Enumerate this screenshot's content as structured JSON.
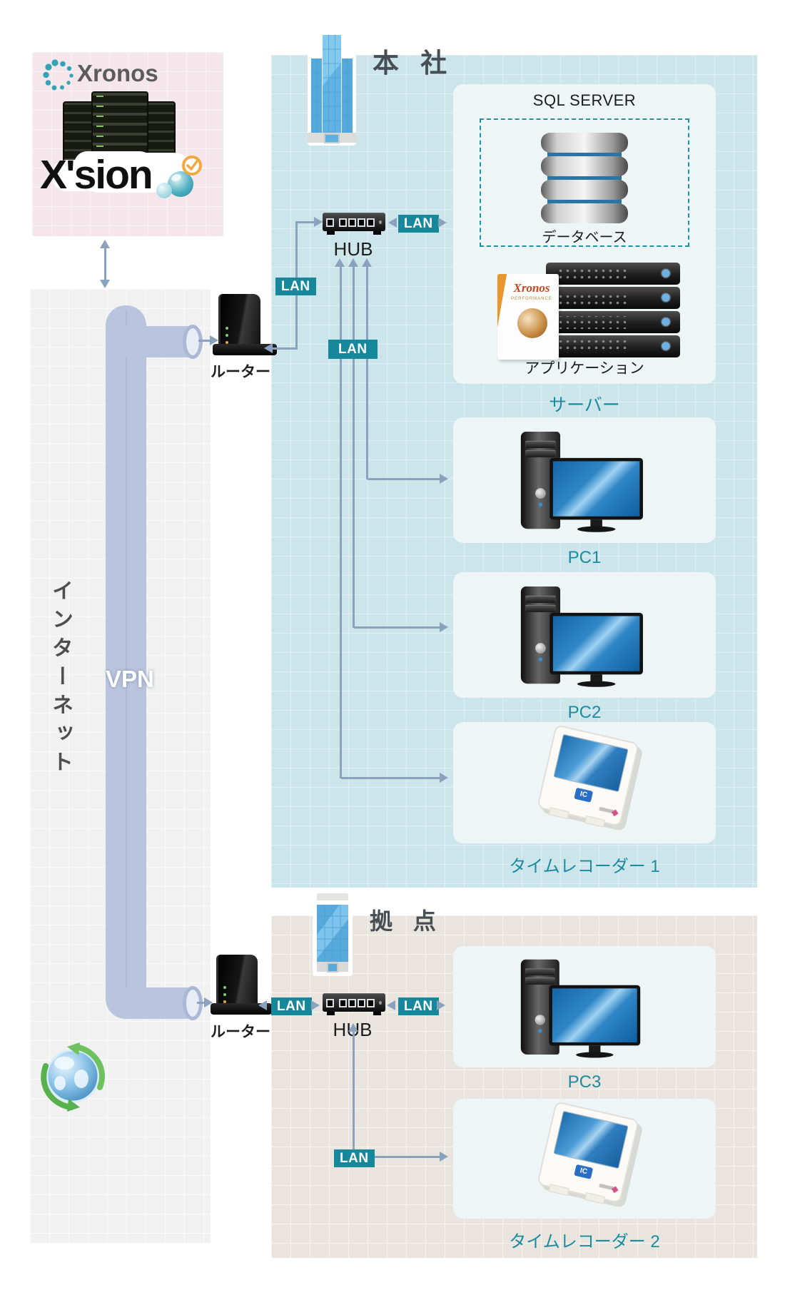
{
  "brand": {
    "xronos": "Xronos",
    "xsion": "X'sion"
  },
  "internet": {
    "label": "インターネット",
    "vpn": "VPN"
  },
  "labels": {
    "lan": "LAN",
    "hub": "HUB",
    "router": "ルーター"
  },
  "hq": {
    "title": "本 社",
    "server_card": {
      "sql": "SQL SERVER",
      "database": "データベース",
      "application": "アプリケーション",
      "app_box_brand": "Xronos",
      "app_box_subtitle": "PERFORMANCE"
    },
    "server_caption": "サーバー",
    "pc1": "PC1",
    "pc2": "PC2",
    "recorder1": "タイムレコーダー 1"
  },
  "branch": {
    "title": "拠 点",
    "pc3": "PC3",
    "recorder2": "タイムレコーダー 2"
  },
  "recorder": {
    "ic": "IC"
  },
  "colors": {
    "accent_teal": "#1b8ba0",
    "lan_badge": "#17879c",
    "line": "#8aa2bd",
    "hq_panel": "#cbe5ea",
    "branch_panel": "#e9e5de",
    "internet_panel": "#f1f1f1",
    "brand_panel": "#f4e6ea",
    "card": "#edf5f7",
    "vpn_tube": "#b9c5de"
  }
}
